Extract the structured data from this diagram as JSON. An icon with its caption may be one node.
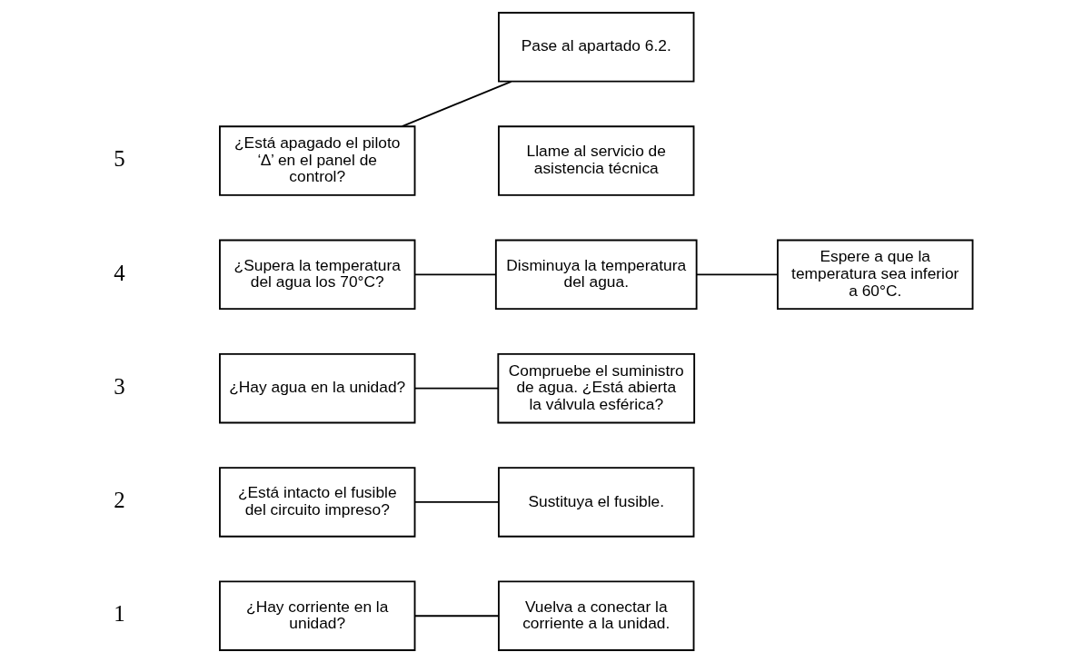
{
  "diagram": {
    "nodes": [
      {
        "text": [
          "¿Hay corriente en la unidad?"
        ]
      },
      {
        "text": [
          "Vuelva a conectar la corriente a la unidad."
        ]
      },
      {
        "text": [
          "¿Está intacto el fusible del circuito impreso?"
        ]
      },
      {
        "text": [
          "Sustituya el fusible."
        ]
      },
      {
        "text": [
          "¿Hay agua en la unidad?"
        ]
      },
      {
        "text": [
          "Compruebe el suministro de agua. ¿Está abierta la válvula esférica?"
        ]
      },
      {
        "text": [
          "¿Supera la temperatura del agua los 70°C?"
        ]
      },
      {
        "text": [
          "Disminuya la temperatura del agua."
        ]
      },
      {
        "text": [
          "Espere a que la temperatura sea inferior a 60°C."
        ]
      },
      {
        "text": [
          "¿Está apagado el piloto ‘∆’ en el panel de control?"
        ]
      },
      {
        "text": [
          "Pase al apartado 6.2."
        ]
      },
      {
        "text": [
          "Llame al servicio de asistencia técnica"
        ]
      }
    ],
    "edges": [
      {
        "from": 0,
        "to": 1,
        "arrow": "none"
      },
      {
        "from": 2,
        "to": 3,
        "arrow": "none"
      },
      {
        "from": 4,
        "to": 5,
        "arrow": "none"
      },
      {
        "from": 6,
        "to": 7,
        "arrow": "none"
      },
      {
        "from": 7,
        "to": 8,
        "arrow": "none"
      },
      {
        "from": 9,
        "to": 10,
        "arrow": "none"
      }
    ],
    "labels": [
      "1",
      "2",
      "3",
      "4",
      "5"
    ]
  }
}
